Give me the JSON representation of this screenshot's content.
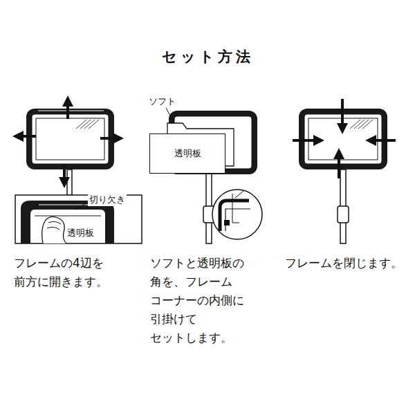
{
  "diagram": {
    "title": "セット方法",
    "nodes": [
      {
        "text": [
          "透明板"
        ]
      }
    ],
    "labels": [
      "切り欠き",
      "透明板",
      "フレームの4辺を 前方に開きます。",
      "ソフト",
      "ソフトと透明板の 角を、フレーム コーナーの内側に 引掛けて セットします。",
      "フレームを閉じます。"
    ]
  }
}
